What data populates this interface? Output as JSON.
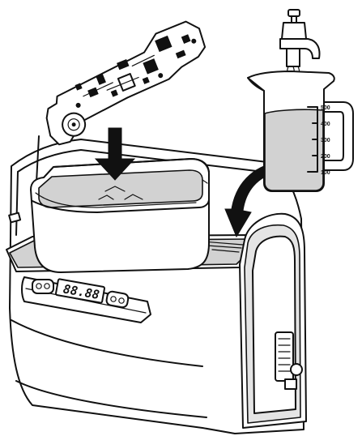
{
  "beaker": {
    "scale_labels": [
      "500",
      "400",
      "300",
      "200",
      "100"
    ]
  },
  "control_panel": {
    "display_text": "88.88"
  }
}
